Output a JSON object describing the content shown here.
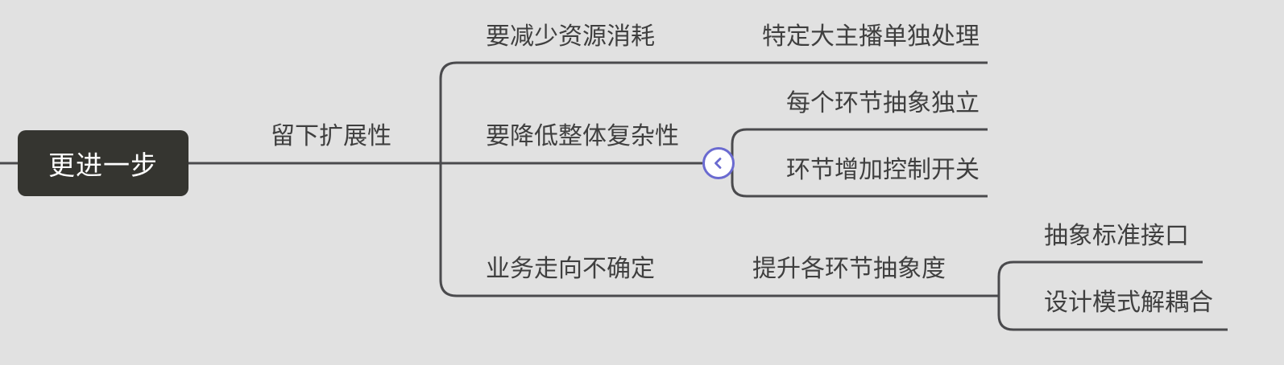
{
  "colors": {
    "background": "#e1e1e1",
    "root_fill": "#353530",
    "line": "#4a4a4d",
    "text": "#3f3f3f",
    "toggle_accent": "#6a6ad0"
  },
  "mindmap": {
    "root": {
      "label": "更进一步"
    },
    "level1": {
      "label": "留下扩展性"
    },
    "branches": [
      {
        "label": "要减少资源消耗",
        "children": [
          {
            "label": "特定大主播单独处理"
          }
        ]
      },
      {
        "label": "要降低整体复杂性",
        "children": [
          {
            "label": "每个环节抽象独立"
          },
          {
            "label": "环节增加控制开关"
          }
        ]
      },
      {
        "label": "业务走向不确定",
        "children": [
          {
            "label": "提升各环节抽象度",
            "children": [
              {
                "label": "抽象标准接口"
              },
              {
                "label": "设计模式解耦合"
              }
            ]
          }
        ]
      }
    ],
    "collapse_toggle_icon": "chevron-left-icon"
  }
}
